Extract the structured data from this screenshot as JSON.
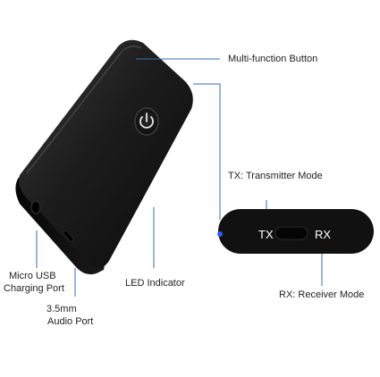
{
  "labels": {
    "multi_function_button": "Multi-function Button",
    "tx_mode": "TX: Transmitter Mode",
    "rx_mode": "RX: Receiver Mode",
    "led_indicator": "LED Indicator",
    "micro_usb_line1": "Micro USB",
    "micro_usb_line2": "Charging Port",
    "audio_port_line1": "3.5mm",
    "audio_port_line2": "Audio Port"
  },
  "switch": {
    "tx": "TX",
    "rx": "RX"
  },
  "colors": {
    "device_body": "#111111",
    "leader_line": "#2f6fb0",
    "led": "#2a5fff"
  }
}
